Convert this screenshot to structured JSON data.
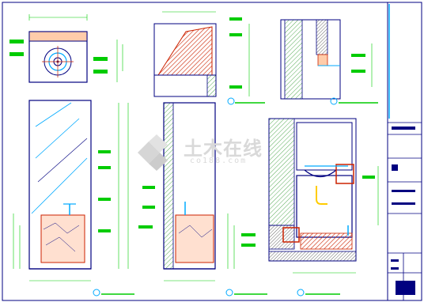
{
  "drawing": {
    "background": "#ffffff",
    "line_color": "#000080",
    "annotation_color": "#00cc00",
    "accent_color": "#00aaff",
    "hatch_color": "#cc2200",
    "cabinet_fill": "#ffccaa"
  },
  "watermark": {
    "text": "土木在线",
    "sub_text": "co188.com"
  },
  "panels": [
    {
      "name": "plan-view"
    },
    {
      "name": "section-view-top-center"
    },
    {
      "name": "section-view-top-right"
    },
    {
      "name": "front-elevation"
    },
    {
      "name": "side-elevation"
    },
    {
      "name": "detail-section"
    },
    {
      "name": "title-block"
    }
  ]
}
